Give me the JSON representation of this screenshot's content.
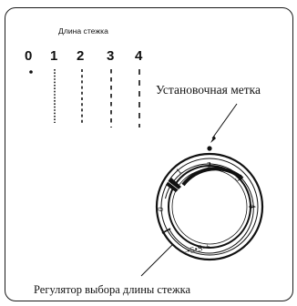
{
  "stitch_length_title": "Длина стежка",
  "stitch_numbers": [
    "0",
    "1",
    "2",
    "3",
    "4"
  ],
  "setting_mark_label": "Установочная метка",
  "selector_label": "Регулятор выбора длины стежка",
  "dial_numbers": [
    "0",
    "1",
    "2",
    "3",
    "4"
  ],
  "dial_stretch_label": "–•S•S•+",
  "colors": {
    "line": "#111111",
    "background": "#ffffff"
  }
}
